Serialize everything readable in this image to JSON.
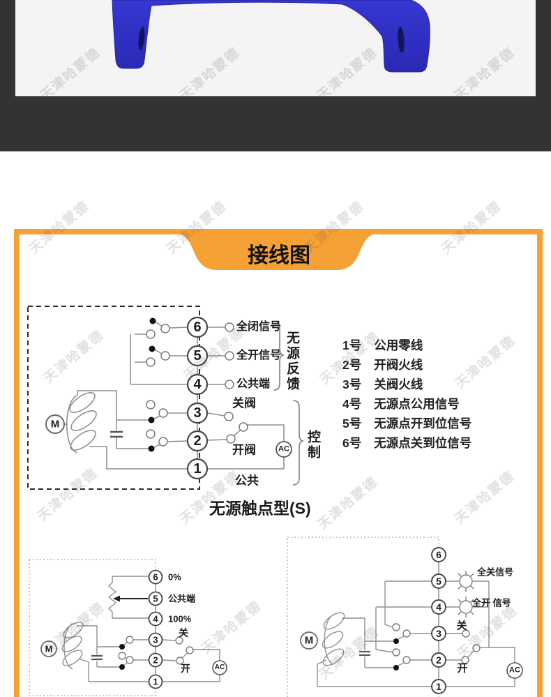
{
  "watermark": {
    "text": "天津哈蒙德"
  },
  "banner": {
    "title": "接线图"
  },
  "top_diagram": {
    "terminals": [
      "6",
      "5",
      "4",
      "3",
      "2",
      "1"
    ],
    "motor_label": "M",
    "ac_label": "AC",
    "labels": {
      "full_closed_signal": "全闭信号",
      "full_open_signal": "全开信号",
      "common_terminal": "公共端",
      "close_valve": "关阀",
      "open_valve": "开阀",
      "common": "公共",
      "passive_feedback": "无源反馈",
      "control": "控制"
    },
    "caption": "无源触点型(S)"
  },
  "legend": {
    "items": [
      {
        "num": "1号",
        "desc": "公用零线"
      },
      {
        "num": "2号",
        "desc": "开阀火线"
      },
      {
        "num": "3号",
        "desc": "关阀火线"
      },
      {
        "num": "4号",
        "desc": "无源点公用信号"
      },
      {
        "num": "5号",
        "desc": "无源点开到位信号"
      },
      {
        "num": "6号",
        "desc": "无源点关到位信号"
      }
    ]
  },
  "bottom_left_diagram": {
    "terminals": [
      "6",
      "5",
      "4",
      "3",
      "2",
      "1"
    ],
    "motor_label": "M",
    "ac_label": "AC",
    "labels": {
      "zero_percent": "0%",
      "common_terminal": "公共端",
      "hundred_percent": "100%",
      "close": "关",
      "open": "开"
    }
  },
  "bottom_right_diagram": {
    "terminals": [
      "6",
      "5",
      "4",
      "3",
      "2",
      "1"
    ],
    "motor_label": "M",
    "ac_label": "AC",
    "labels": {
      "full_close_signal": "全关信号",
      "full_open_signal": "全开 信号",
      "close": "关",
      "open": "开"
    }
  },
  "colors": {
    "accent_orange": "#F6A136",
    "header_band": "#333333",
    "photo_background": "#F4F4F4",
    "product_blue": "#3231C7"
  }
}
